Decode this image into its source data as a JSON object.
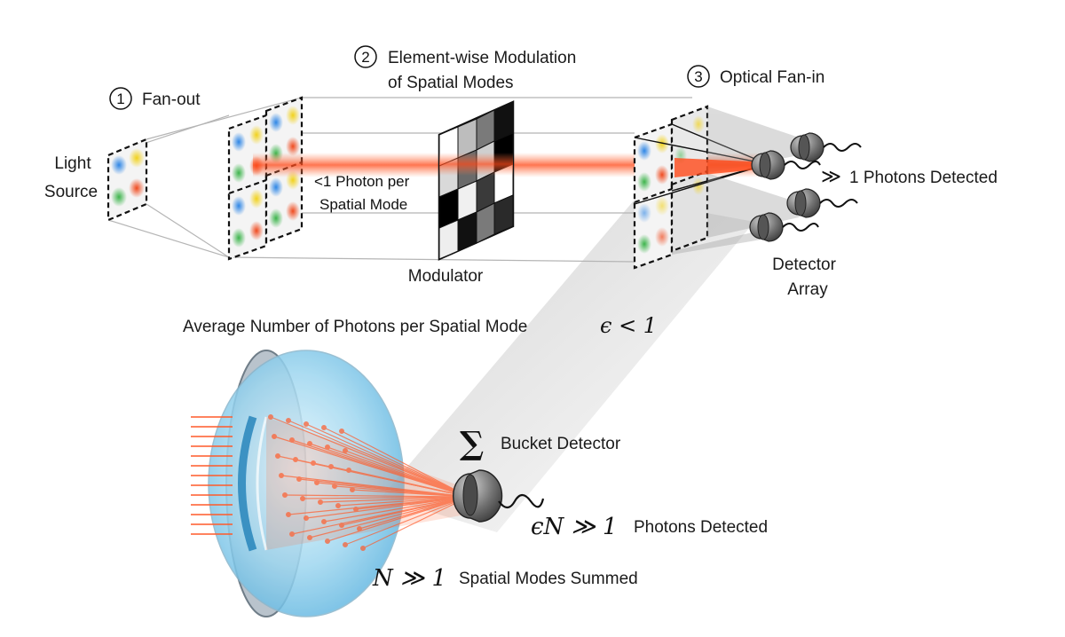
{
  "labels": {
    "light_source_1": "Light",
    "light_source_2": "Source",
    "step1_num": "1",
    "step1": "Fan-out",
    "step2_num": "2",
    "step2_line1": "Element-wise Modulation",
    "step2_line2": "of Spatial Modes",
    "step3_num": "3",
    "step3": "Optical Fan-in",
    "photon_per_mode_1": "<1 Photon per",
    "photon_per_mode_2": "Spatial Mode",
    "modulator": "Modulator",
    "photons_detected_sym": "≫",
    "photons_detected_text": "1 Photons Detected",
    "detector_array_1": "Detector",
    "detector_array_2": "Array",
    "average_text": "Average Number of Photons per Spatial Mode",
    "average_math": "ϵ < 1",
    "sum_symbol": "∑",
    "bucket_detector": "Bucket Detector",
    "eN_math": "ϵN ≫ 1",
    "eN_text": "Photons Detected",
    "N_math": "N ≫ 1",
    "N_text": "Spatial Modes Summed"
  },
  "colors": {
    "beam": "#ff5a2a",
    "blue": "#2e86e6",
    "yellow": "#f2d21b",
    "green": "#3cb44b",
    "red": "#f04a1e",
    "lens": "#7ec8ea",
    "detector": "#6d6d6d"
  }
}
